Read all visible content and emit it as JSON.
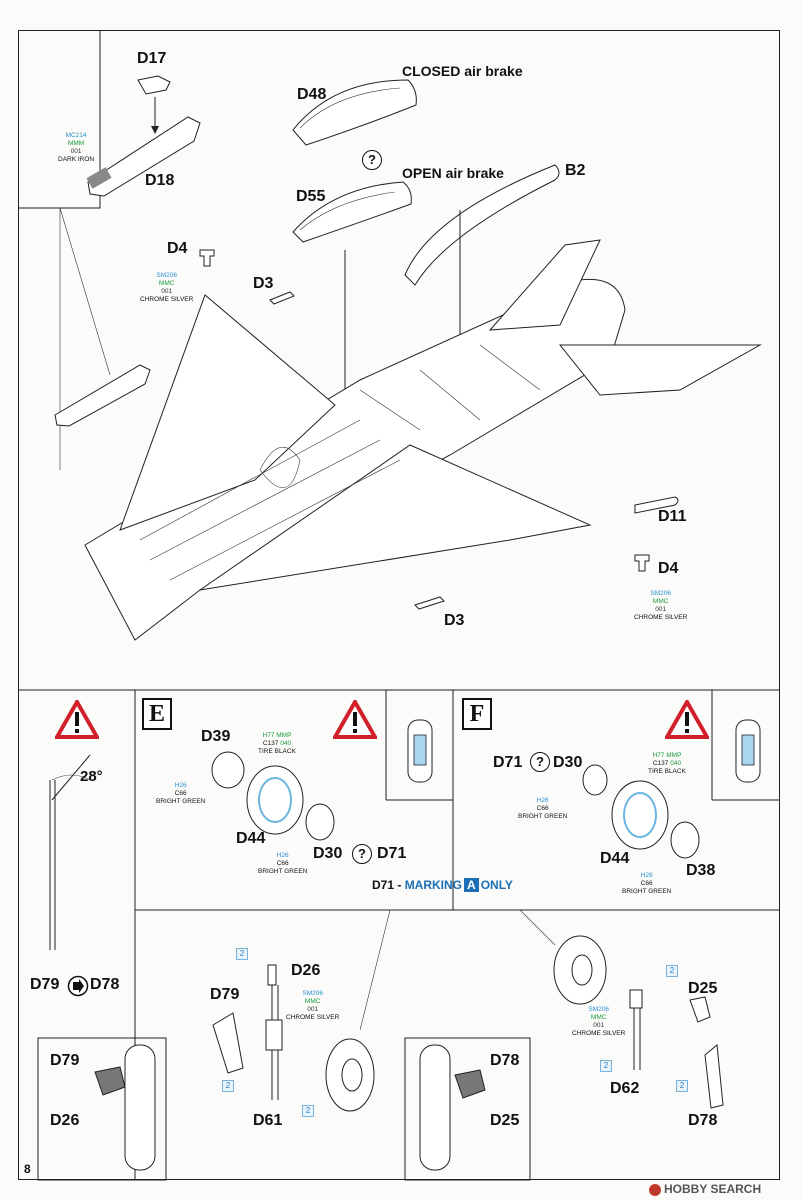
{
  "page_number": "8",
  "sections": {
    "e_label": "E",
    "f_label": "F"
  },
  "parts": {
    "d17": "D17",
    "d18": "D18",
    "d48": "D48",
    "d55": "D55",
    "b2": "B2",
    "d4_top": "D4",
    "d3_top": "D3",
    "d11": "D11",
    "d4_bottom": "D4",
    "d3_bottom": "D3",
    "d39": "D39",
    "d44_e": "D44",
    "d30_e": "D30",
    "d71_e": "D71",
    "d71_f": "D71",
    "d30_f": "D30",
    "d44_f": "D44",
    "d38": "D38",
    "d79_left": "D79",
    "d78_left": "D78",
    "d79_detail": "D79",
    "d26_detail": "D26",
    "d26_e": "D26",
    "d79_e": "D79",
    "d61": "D61",
    "d78_detail": "D78",
    "d25_detail": "D25",
    "d25_f": "D25",
    "d62": "D62",
    "d78_f": "D78"
  },
  "captions": {
    "closed_bold": "CLOSED",
    "closed_rest": "air brake",
    "open_bold": "OPEN",
    "open_rest": "air brake",
    "angle": "28°",
    "marking_prefix": "D71 - ",
    "marking_word": "MARKING",
    "marking_letter": "A",
    "marking_suffix": "ONLY",
    "question": "?"
  },
  "colors": {
    "dark_iron": {
      "c1": "MC214",
      "c2": "MMM",
      "c3": "001",
      "c4": "DARK IRON"
    },
    "chrome_top": {
      "c1": "SM206",
      "c2": "MMC",
      "c3": "001",
      "c4": "CHROME SILVER"
    },
    "chrome_right": {
      "c1": "SM206",
      "c2": "MMC",
      "c3": "001",
      "c4": "CHROME SILVER"
    },
    "tire_e": {
      "c1": "H77",
      "c1b": "MMP",
      "c2": "C137",
      "c2b": "040",
      "c4": "TIRE BLACK"
    },
    "green_e1": {
      "c1": "H26",
      "c3": "C66",
      "c4": "BRIGHT GREEN"
    },
    "green_e2": {
      "c1": "H26",
      "c3": "C66",
      "c4": "BRIGHT GREEN"
    },
    "tire_f": {
      "c1": "H77",
      "c1b": "MMP",
      "c2": "C137",
      "c2b": "040",
      "c4": "TIRE BLACK"
    },
    "green_f1": {
      "c1": "H26",
      "c3": "C66",
      "c4": "BRIGHT GREEN"
    },
    "green_f2": {
      "c1": "H26",
      "c3": "C66",
      "c4": "BRIGHT GREEN"
    },
    "chrome_e": {
      "c1": "SM206",
      "c2": "MMC",
      "c3": "001",
      "c4": "CHROME SILVER"
    },
    "chrome_f": {
      "c1": "SM206",
      "c2": "MMC",
      "c3": "001",
      "c4": "CHROME SILVER"
    }
  },
  "counts": {
    "n": "2"
  },
  "watermark": "HOBBY SEARCH"
}
